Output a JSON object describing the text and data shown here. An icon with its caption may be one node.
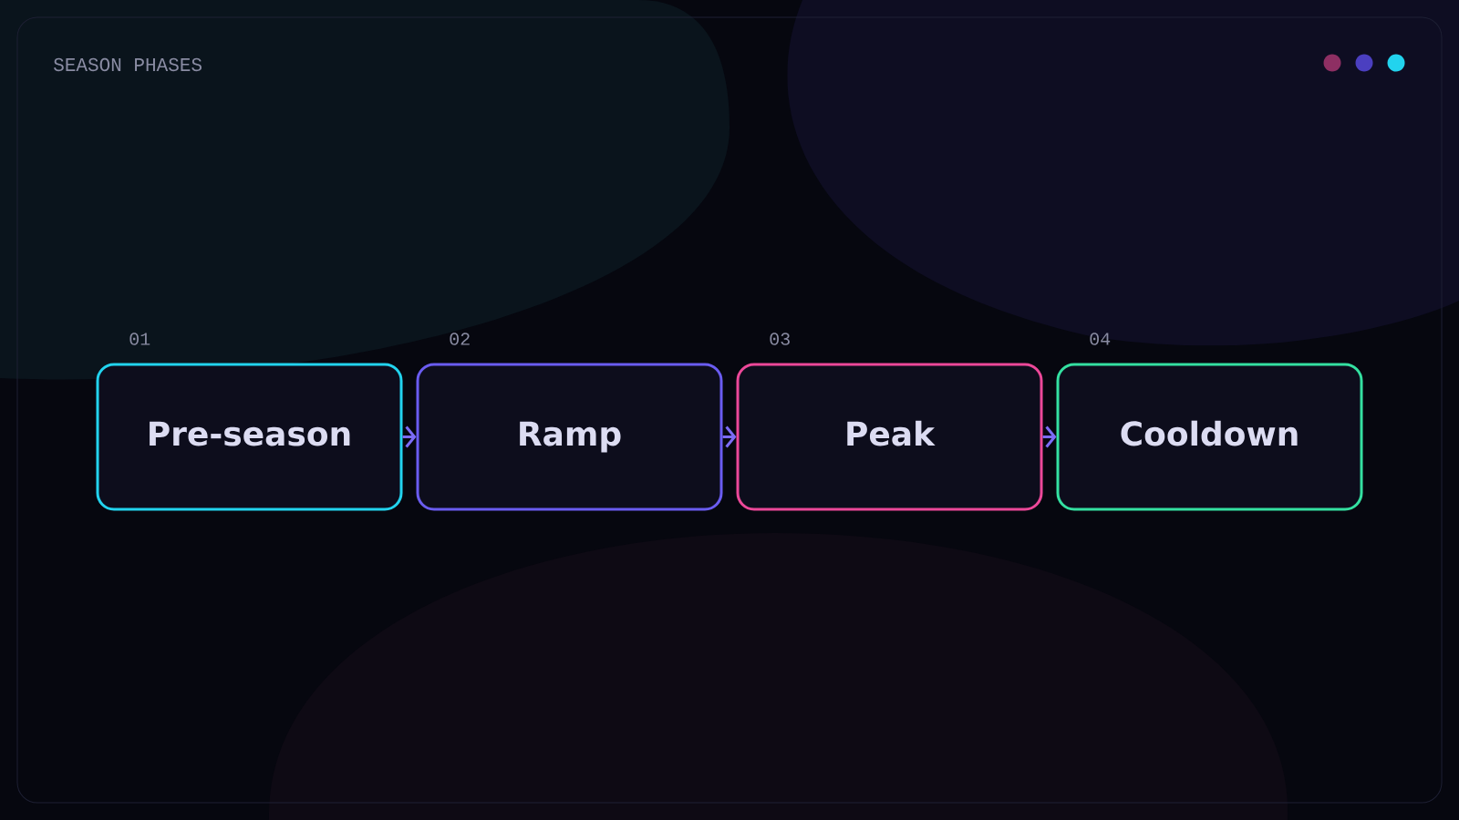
{
  "diagram": {
    "title": "SEASON PHASES",
    "nodes": [
      {
        "text": [
          "Pre-season"
        ],
        "beside": [
          "01"
        ]
      },
      {
        "text": [
          "Ramp"
        ],
        "beside": [
          "02"
        ]
      },
      {
        "text": [
          "Peak"
        ],
        "beside": [
          "03"
        ]
      },
      {
        "text": [
          "Cooldown"
        ],
        "beside": [
          "04"
        ]
      }
    ],
    "edges": [
      {
        "from": 0,
        "to": 1,
        "arrow": "to"
      },
      {
        "from": 1,
        "to": 2,
        "arrow": "to"
      },
      {
        "from": 2,
        "to": 3,
        "arrow": "to"
      }
    ]
  }
}
